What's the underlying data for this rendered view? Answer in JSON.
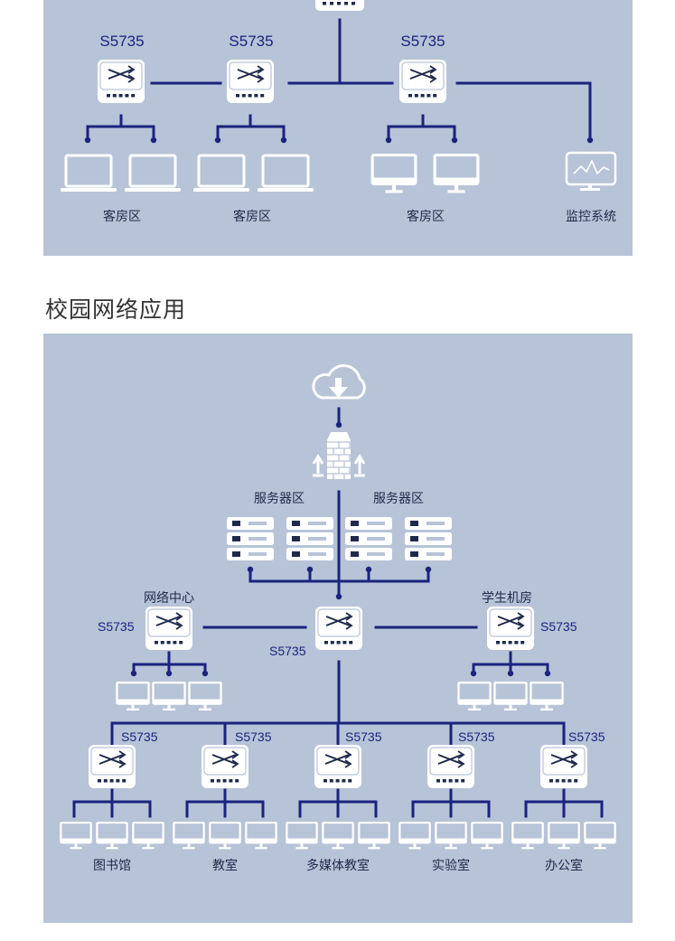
{
  "top_section": {
    "switches": [
      "S5735",
      "S5735",
      "S5735"
    ],
    "groups": [
      "客房区",
      "客房区",
      "客房区",
      "监控系统"
    ]
  },
  "campus_section": {
    "title": "校园网络应用",
    "server_labels": [
      "服务器区",
      "服务器区"
    ],
    "network_center": "网络中心",
    "student_lab": "学生机房",
    "network_center_switch": "S5735",
    "core_switch": "S5735",
    "student_lab_switch": "S5735",
    "branch_switches": [
      "S5735",
      "S5735",
      "S5735",
      "S5735",
      "S5735"
    ],
    "branch_labels": [
      "图书馆",
      "教室",
      "多媒体教室",
      "实验室",
      "办公室"
    ]
  },
  "colors": {
    "panel": "#b7c3d7",
    "line": "#1a237e",
    "device": "#ffffff"
  }
}
